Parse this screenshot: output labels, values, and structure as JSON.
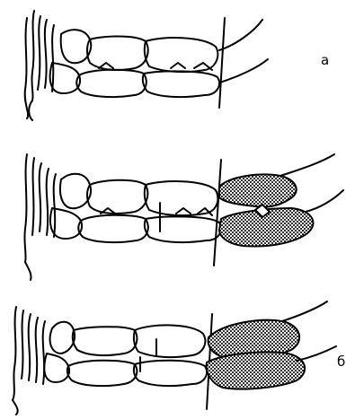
{
  "panels": [
    {
      "id": "top",
      "label": "а"
    },
    {
      "id": "middle",
      "label": ""
    },
    {
      "id": "bottom",
      "label": "б"
    }
  ],
  "colors": {
    "ink": "#000000",
    "paper": "#ffffff",
    "hatch": "#2a2a2a"
  }
}
